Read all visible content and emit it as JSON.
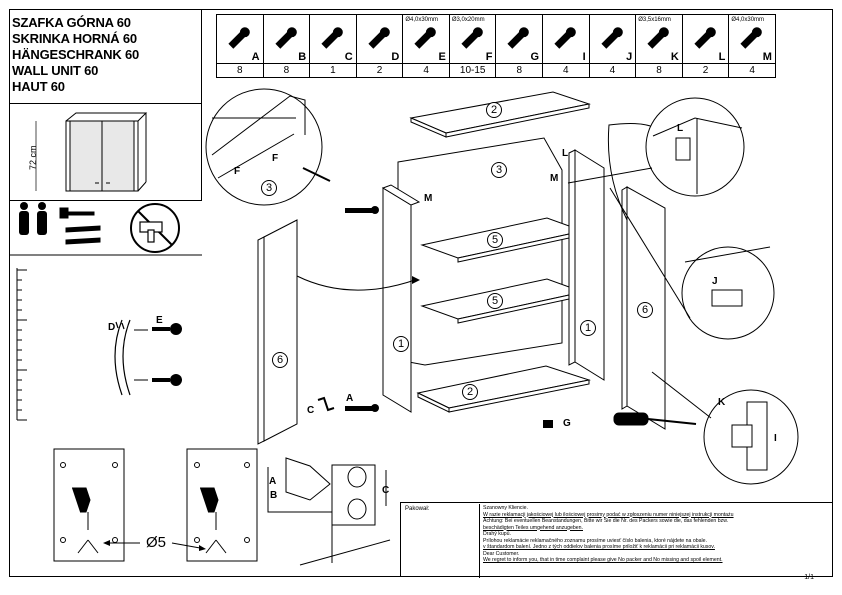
{
  "titles": [
    "SZAFKA GÓRNA 60",
    "SKRINKA HORNÁ 60",
    "HÄNGESCHRANK 60",
    "WALL UNIT  60",
    "HAUT 60"
  ],
  "product_height": "72 cm",
  "parts": [
    {
      "letter": "A",
      "qty": "8",
      "spec": "",
      "icon": "dowel-screw-icon"
    },
    {
      "letter": "B",
      "qty": "8",
      "spec": "",
      "icon": "wooden-dowel-icon"
    },
    {
      "letter": "C",
      "qty": "1",
      "spec": "",
      "icon": "hex-key-icon"
    },
    {
      "letter": "D",
      "qty": "2",
      "spec": "",
      "icon": "handle-icon"
    },
    {
      "letter": "E",
      "qty": "4",
      "spec": "Ø4,0x30mm",
      "icon": "screw-icon"
    },
    {
      "letter": "F",
      "qty": "10-15",
      "spec": "Ø3,0x20mm",
      "icon": "nail-icon"
    },
    {
      "letter": "G",
      "qty": "8",
      "spec": "",
      "icon": "shelf-support-icon"
    },
    {
      "letter": "I",
      "qty": "4",
      "spec": "",
      "icon": "cam-lock-icon"
    },
    {
      "letter": "J",
      "qty": "4",
      "spec": "",
      "icon": "hinge-plate-icon"
    },
    {
      "letter": "K",
      "qty": "8",
      "spec": "Ø3,5x16mm",
      "icon": "screw-icon"
    },
    {
      "letter": "L",
      "qty": "2",
      "spec": "",
      "icon": "hanging-bracket-icon"
    },
    {
      "letter": "M",
      "qty": "4",
      "spec": "Ø4,0x30mm",
      "icon": "screw-icon"
    }
  ],
  "drill_diameter": "Ø5",
  "panel_numbers": {
    "top": "2",
    "back": "3",
    "shelf1": "5",
    "shelf2": "5",
    "bottom": "2",
    "side_left": "1",
    "side_right": "1",
    "door_left": "6",
    "door_right": "6",
    "detail_back": "3"
  },
  "callouts": {
    "F1": "F",
    "F2": "F",
    "L": "L",
    "M": "M",
    "M2": "M",
    "L2": "L",
    "D": "D",
    "E": "E",
    "C": "C",
    "A": "A",
    "G": "G",
    "J": "J",
    "K": "K",
    "I": "I",
    "A2": "A",
    "B2": "B",
    "C2": "C"
  },
  "notes": {
    "label": "Pakował:",
    "lines": [
      "Szanowny Kliencie.",
      "W razie reklamacji jakościowej lub ilościowej prosimy podać w zgłoszeniu numer niniejszej instrukcji montażu",
      "Achtung: Bei eventuellen Beanstandungen, Bitte wir Sie die Nr. des Packers sowie die, das fehlenden bzw.",
      "beschädigten Teiles umgehend anzugeben.",
      "Drahý kupú.",
      "Prílohou reklamácie reklamačného zoznamu prosíme uviesť číslo balenia, ktoré nájdete na obale.",
      "v štandardom balení. Jedno z tých oddielov balenia prosíme priložiť k reklamácii pri reklamácii kusov.",
      "Dear Customer.",
      "We regret to inform you, that in time complaint please give No packer and No missing and spoil element."
    ],
    "page": "1/1"
  }
}
